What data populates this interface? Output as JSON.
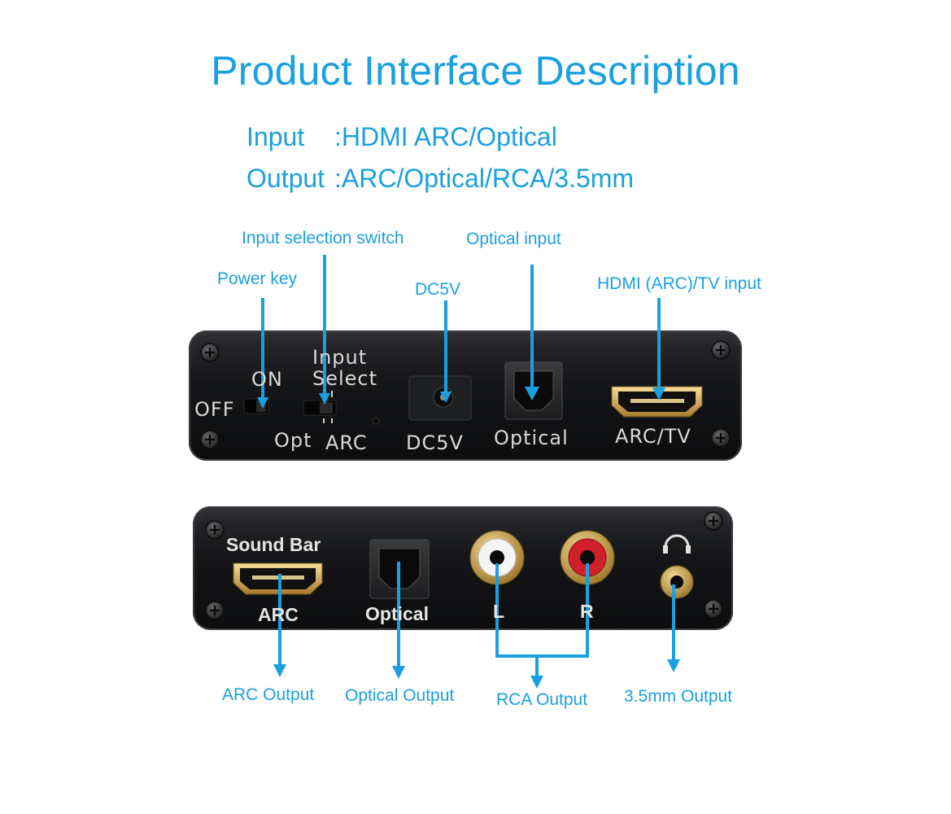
{
  "title": "Product Interface Description",
  "specs": {
    "input_key": "Input",
    "input_value": ":HDMI ARC/Optical",
    "output_key": "Output",
    "output_value": ":ARC/Optical/RCA/3.5mm"
  },
  "colors": {
    "accent": "#1aa0e0",
    "device": "#151618",
    "rca_left": "#ffffff",
    "rca_right": "#d0202a",
    "gold": "#c9a24a"
  },
  "top_callouts": {
    "input_selection_switch": "Input selection switch",
    "optical_input": "Optical input",
    "power_key": "Power key",
    "dc5v": "DC5V",
    "hdmi_arc_tv_input": "HDMI (ARC)/TV input"
  },
  "top_panel": {
    "on": "ON",
    "off": "OFF",
    "input": "Input",
    "select": "Select",
    "opt": "Opt",
    "arc": "ARC",
    "dc5v": "DC5V",
    "optical": "Optical",
    "arc_tv": "ARC/TV"
  },
  "bottom_panel": {
    "sound_bar": "Sound Bar",
    "arc": "ARC",
    "optical": "Optical",
    "left": "L",
    "right": "R",
    "headphone_icon": "headphones-icon"
  },
  "bottom_callouts": {
    "arc_output": "ARC Output",
    "optical_output": "Optical Output",
    "rca_output": "RCA Output",
    "mm_output": "3.5mm Output"
  }
}
